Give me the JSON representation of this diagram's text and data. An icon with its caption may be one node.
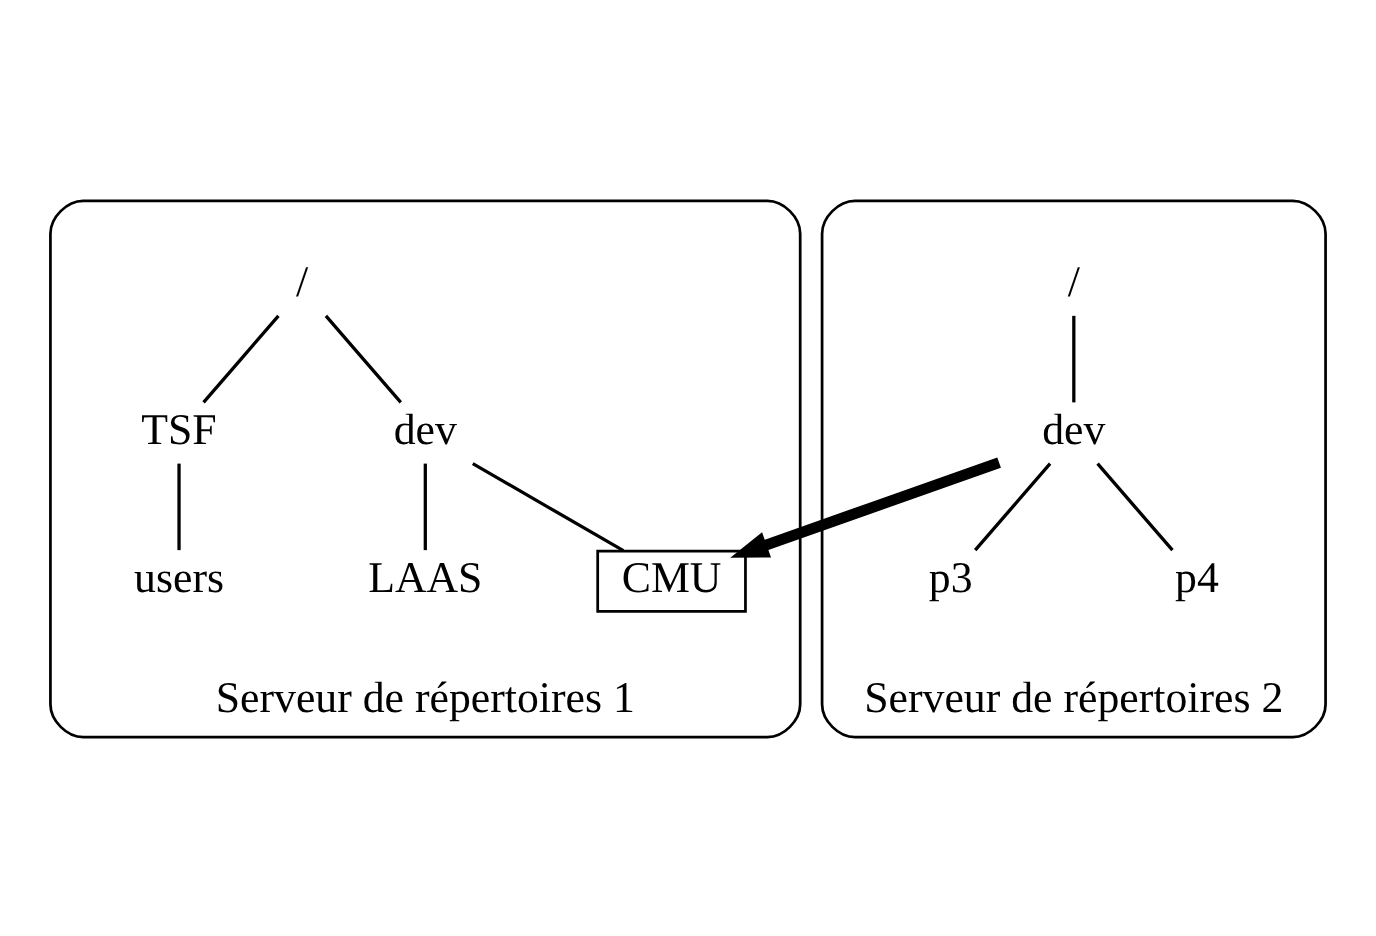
{
  "diagram": {
    "nodes": [
      {
        "text": [
          "Serveur de répertoires 1"
        ]
      },
      {
        "text": [
          "/"
        ],
        "in": 0
      },
      {
        "text": [
          "TSF"
        ],
        "in": 0
      },
      {
        "text": [
          "dev"
        ],
        "in": 0
      },
      {
        "text": [
          "users"
        ],
        "in": 0
      },
      {
        "text": [
          "LAAS"
        ],
        "in": 0
      },
      {
        "text": [
          "CMU"
        ],
        "in": 0
      },
      {
        "text": [
          "Serveur de répertoires 2"
        ]
      },
      {
        "text": [
          "/"
        ],
        "in": 7
      },
      {
        "text": [
          "dev"
        ],
        "in": 7
      },
      {
        "text": [
          "p3"
        ],
        "in": 7
      },
      {
        "text": [
          "p4"
        ],
        "in": 7
      }
    ],
    "edges": [
      {
        "from": 1,
        "to": 2,
        "arrow": "none"
      },
      {
        "from": 1,
        "to": 3,
        "arrow": "none"
      },
      {
        "from": 2,
        "to": 4,
        "arrow": "none"
      },
      {
        "from": 3,
        "to": 5,
        "arrow": "none"
      },
      {
        "from": 3,
        "to": 6,
        "arrow": "none"
      },
      {
        "from": 8,
        "to": 9,
        "arrow": "none"
      },
      {
        "from": 9,
        "to": 10,
        "arrow": "none"
      },
      {
        "from": 9,
        "to": 11,
        "arrow": "none"
      },
      {
        "from": 9,
        "to": 6,
        "arrow": "to",
        "style": "thick"
      }
    ]
  }
}
